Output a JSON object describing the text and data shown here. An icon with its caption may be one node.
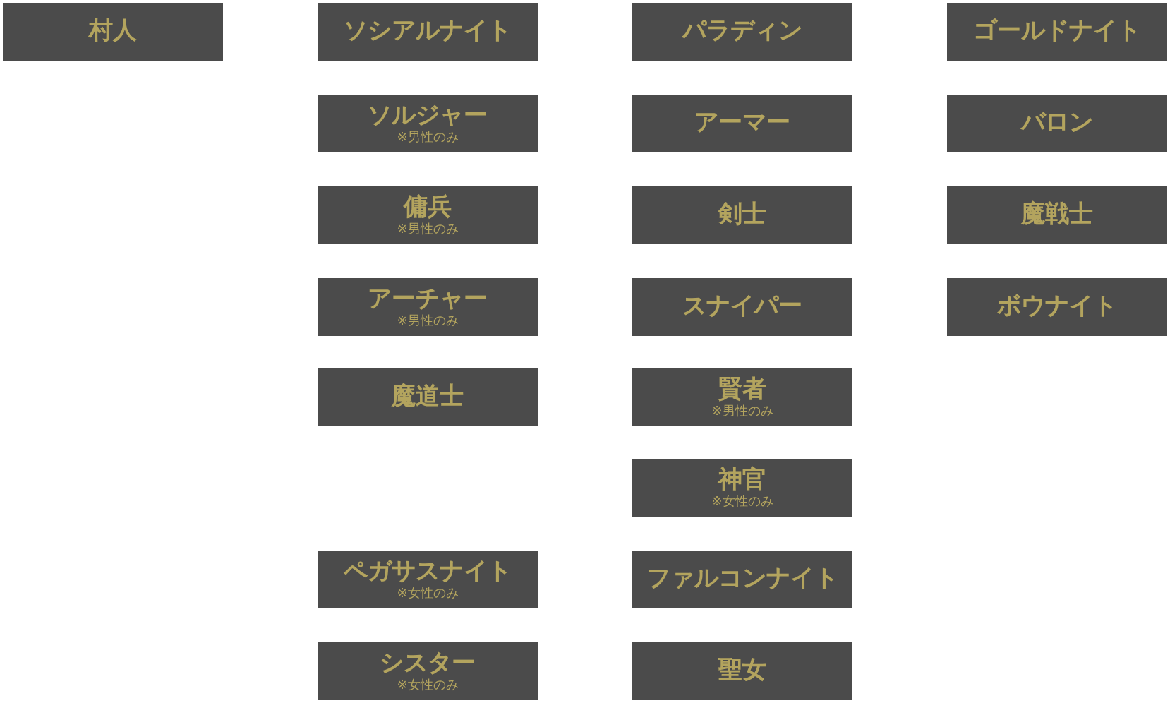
{
  "diagram": {
    "nodes": [
      {
        "text": [
          "村人"
        ]
      },
      {
        "text": [
          "ソシアルナイト"
        ]
      },
      {
        "text": [
          "パラディン"
        ]
      },
      {
        "text": [
          "ゴールドナイト"
        ]
      },
      {
        "text": [
          "ソルジャー",
          "※男性のみ"
        ]
      },
      {
        "text": [
          "アーマー"
        ]
      },
      {
        "text": [
          "バロン"
        ]
      },
      {
        "text": [
          "傭兵",
          "※男性のみ"
        ]
      },
      {
        "text": [
          "剣士"
        ]
      },
      {
        "text": [
          "魔戦士"
        ]
      },
      {
        "text": [
          "アーチャー",
          "※男性のみ"
        ]
      },
      {
        "text": [
          "スナイパー"
        ]
      },
      {
        "text": [
          "ボウナイト"
        ]
      },
      {
        "text": [
          "魔道士"
        ]
      },
      {
        "text": [
          "賢者",
          "※男性のみ"
        ]
      },
      {
        "text": [
          "神官",
          "※女性のみ"
        ]
      },
      {
        "text": [
          "ペガサスナイト",
          "※女性のみ"
        ]
      },
      {
        "text": [
          "ファルコンナイト"
        ]
      },
      {
        "text": [
          "シスター",
          "※女性のみ"
        ]
      },
      {
        "text": [
          "聖女"
        ]
      }
    ]
  }
}
